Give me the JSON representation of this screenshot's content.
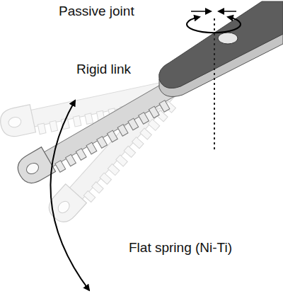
{
  "diagram": {
    "labels": [
      "Passive joint",
      "Rigid link",
      "Flat spring (Ni-Ti)"
    ]
  }
}
